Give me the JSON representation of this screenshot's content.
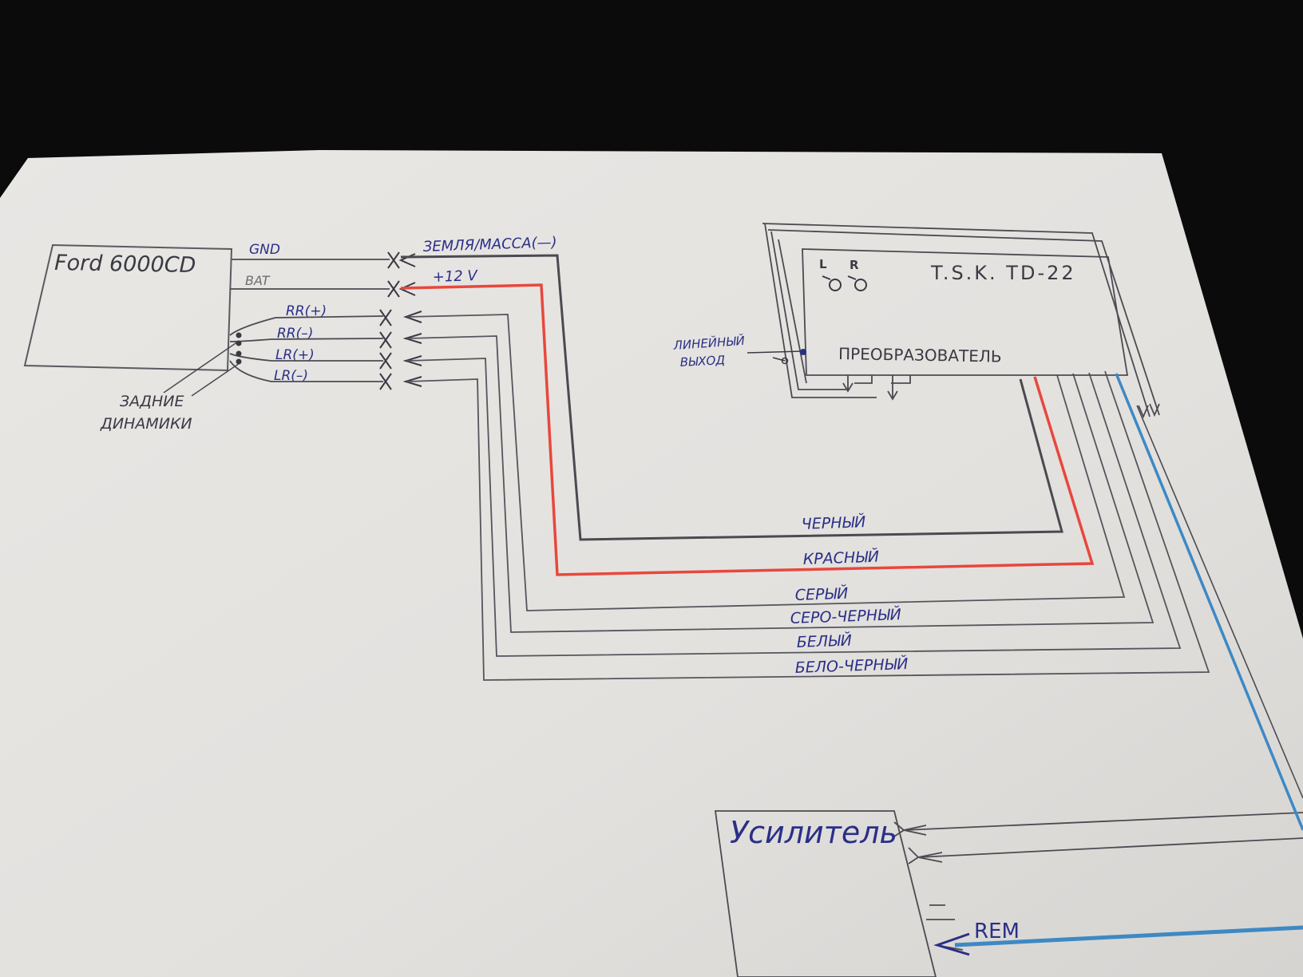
{
  "head_unit": {
    "title": "Ford 6000CD",
    "pins": {
      "gnd": "GND",
      "bat": "BAT",
      "rr_plus": "RR(+)",
      "rr_minus": "RR(–)",
      "lr_plus": "LR(+)",
      "lr_minus": "LR(–)"
    },
    "rear_speakers_note": [
      "ЗАДНИЕ",
      "ДИНАМИКИ"
    ]
  },
  "power": {
    "ground_label": "ЗЕМЛЯ/МАССА(—)",
    "plus12_label": "+12 V"
  },
  "converter": {
    "title": "T.S.K. TD-22",
    "subtitle": "ПРЕОБРАЗОВАТЕЛЬ",
    "jack_left": "L",
    "jack_right": "R",
    "line_out_label": [
      "ЛИНЕЙНЫЙ",
      "ВЫХОД"
    ]
  },
  "wires": [
    {
      "label": "ЧЕРНЫЙ",
      "color": "#4a4a50"
    },
    {
      "label": "КРАСНЫЙ",
      "color": "#e8473d"
    },
    {
      "label": "СЕРЫЙ",
      "color": "#5a5a62"
    },
    {
      "label": "СЕРО-ЧЕРНЫЙ",
      "color": "#5a5a62"
    },
    {
      "label": "БЕЛЫЙ",
      "color": "#5a5a62"
    },
    {
      "label": "БЕЛО-ЧЕРНЫЙ",
      "color": "#5a5a62"
    }
  ],
  "amplifier": {
    "title": "Усилитель",
    "minus_label": "—",
    "rem_label": "REM",
    "rem_wire_color": "#3d89c4"
  },
  "colors": {
    "paper": "#e6e4e1",
    "pencil": "#4b4b52",
    "ink": "#2a2f86",
    "red": "#e8473d",
    "blue": "#3d89c4"
  }
}
